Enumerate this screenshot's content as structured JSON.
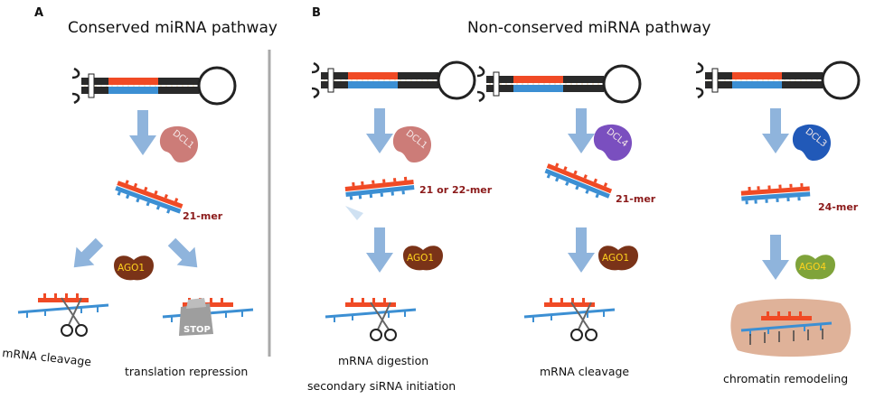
{
  "panel_a": {
    "letter": "A",
    "title": "Conserved miRNA pathway",
    "dicer": "DCL1",
    "size_label": "21-mer",
    "ago": "AGO1",
    "outcome_left": "mRNA cleavage",
    "outcome_right": "translation repression",
    "stop_label": "STOP"
  },
  "panel_b": {
    "letter": "B",
    "title": "Non-conserved miRNA pathway",
    "col1": {
      "dicer": "DCL1",
      "size_label": "21 or 22-mer",
      "ago": "AGO1",
      "outcome": "mRNA digestion",
      "outcome2": "secondary siRNA initiation"
    },
    "col2": {
      "dicer": "DCL4",
      "size_label": "21-mer",
      "ago": "AGO1",
      "outcome": "mRNA cleavage"
    },
    "col3": {
      "dicer": "DCL3",
      "size_label": "24-mer",
      "ago": "AGO4",
      "outcome": "chromatin remodeling"
    }
  },
  "colors": {
    "red_strand": "#f04a25",
    "blue_strand": "#3c8fd3",
    "arrow": "#8fb4dc",
    "dcl1": "#cc7c78",
    "dcl4": "#7a4fbf",
    "dcl3": "#2159b8",
    "ago1": "#7a3318",
    "ago4": "#7fa33a",
    "chromatin": "#d9a487",
    "divider": "#a9a9a9"
  }
}
